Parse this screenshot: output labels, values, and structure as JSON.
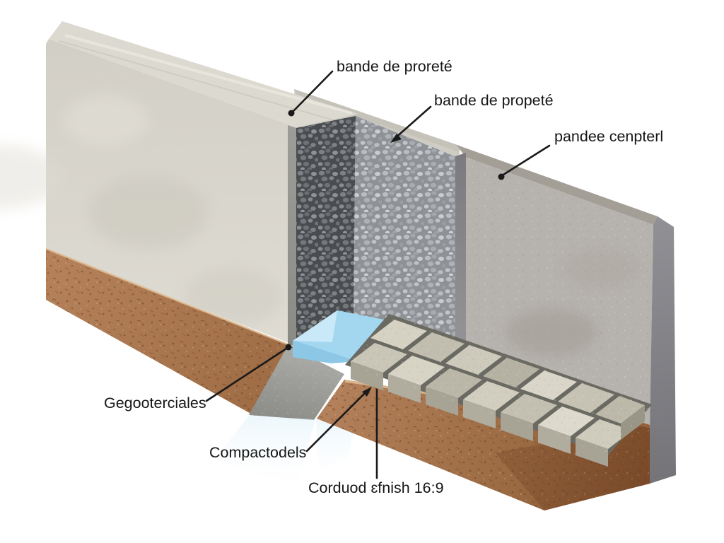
{
  "figure": {
    "kind": "wall-foundation-cutaway-illustration",
    "background": "#ffffff",
    "labels": [
      {
        "text": "bande de proreté"
      },
      {
        "text": "bande de propeté"
      },
      {
        "text": "pandee cenpterl"
      },
      {
        "text": "Gegooterciales"
      },
      {
        "text": "Compactodels"
      },
      {
        "text": "Corduod ɛfnish 16:9"
      }
    ],
    "colors": {
      "label_text": "#161616",
      "leader_line": "#1a1a1a",
      "wall_top": "#dcd9d0",
      "wall_face": "#d6d3ca",
      "wall_back": "#cfccc3",
      "wall_cut_edge": "#97978f",
      "gravel_dark": "#4a4d50",
      "gravel_light": "#8e9296",
      "right_wall_face": "#b6b2ad",
      "right_wall_top": "#a39e96",
      "right_wall_side": "#84848a",
      "insulation_blue": "#a3d7f0",
      "insulation_blue_light": "#c9e8f8",
      "paver_gap": "#6a6a62",
      "paver_light": "#d5d2c4",
      "paver_dark": "#b5b2a3",
      "soil_base": "#b07c55",
      "soil_dark": "#7c4a28",
      "ramp_gray": "#9b9b97"
    }
  }
}
